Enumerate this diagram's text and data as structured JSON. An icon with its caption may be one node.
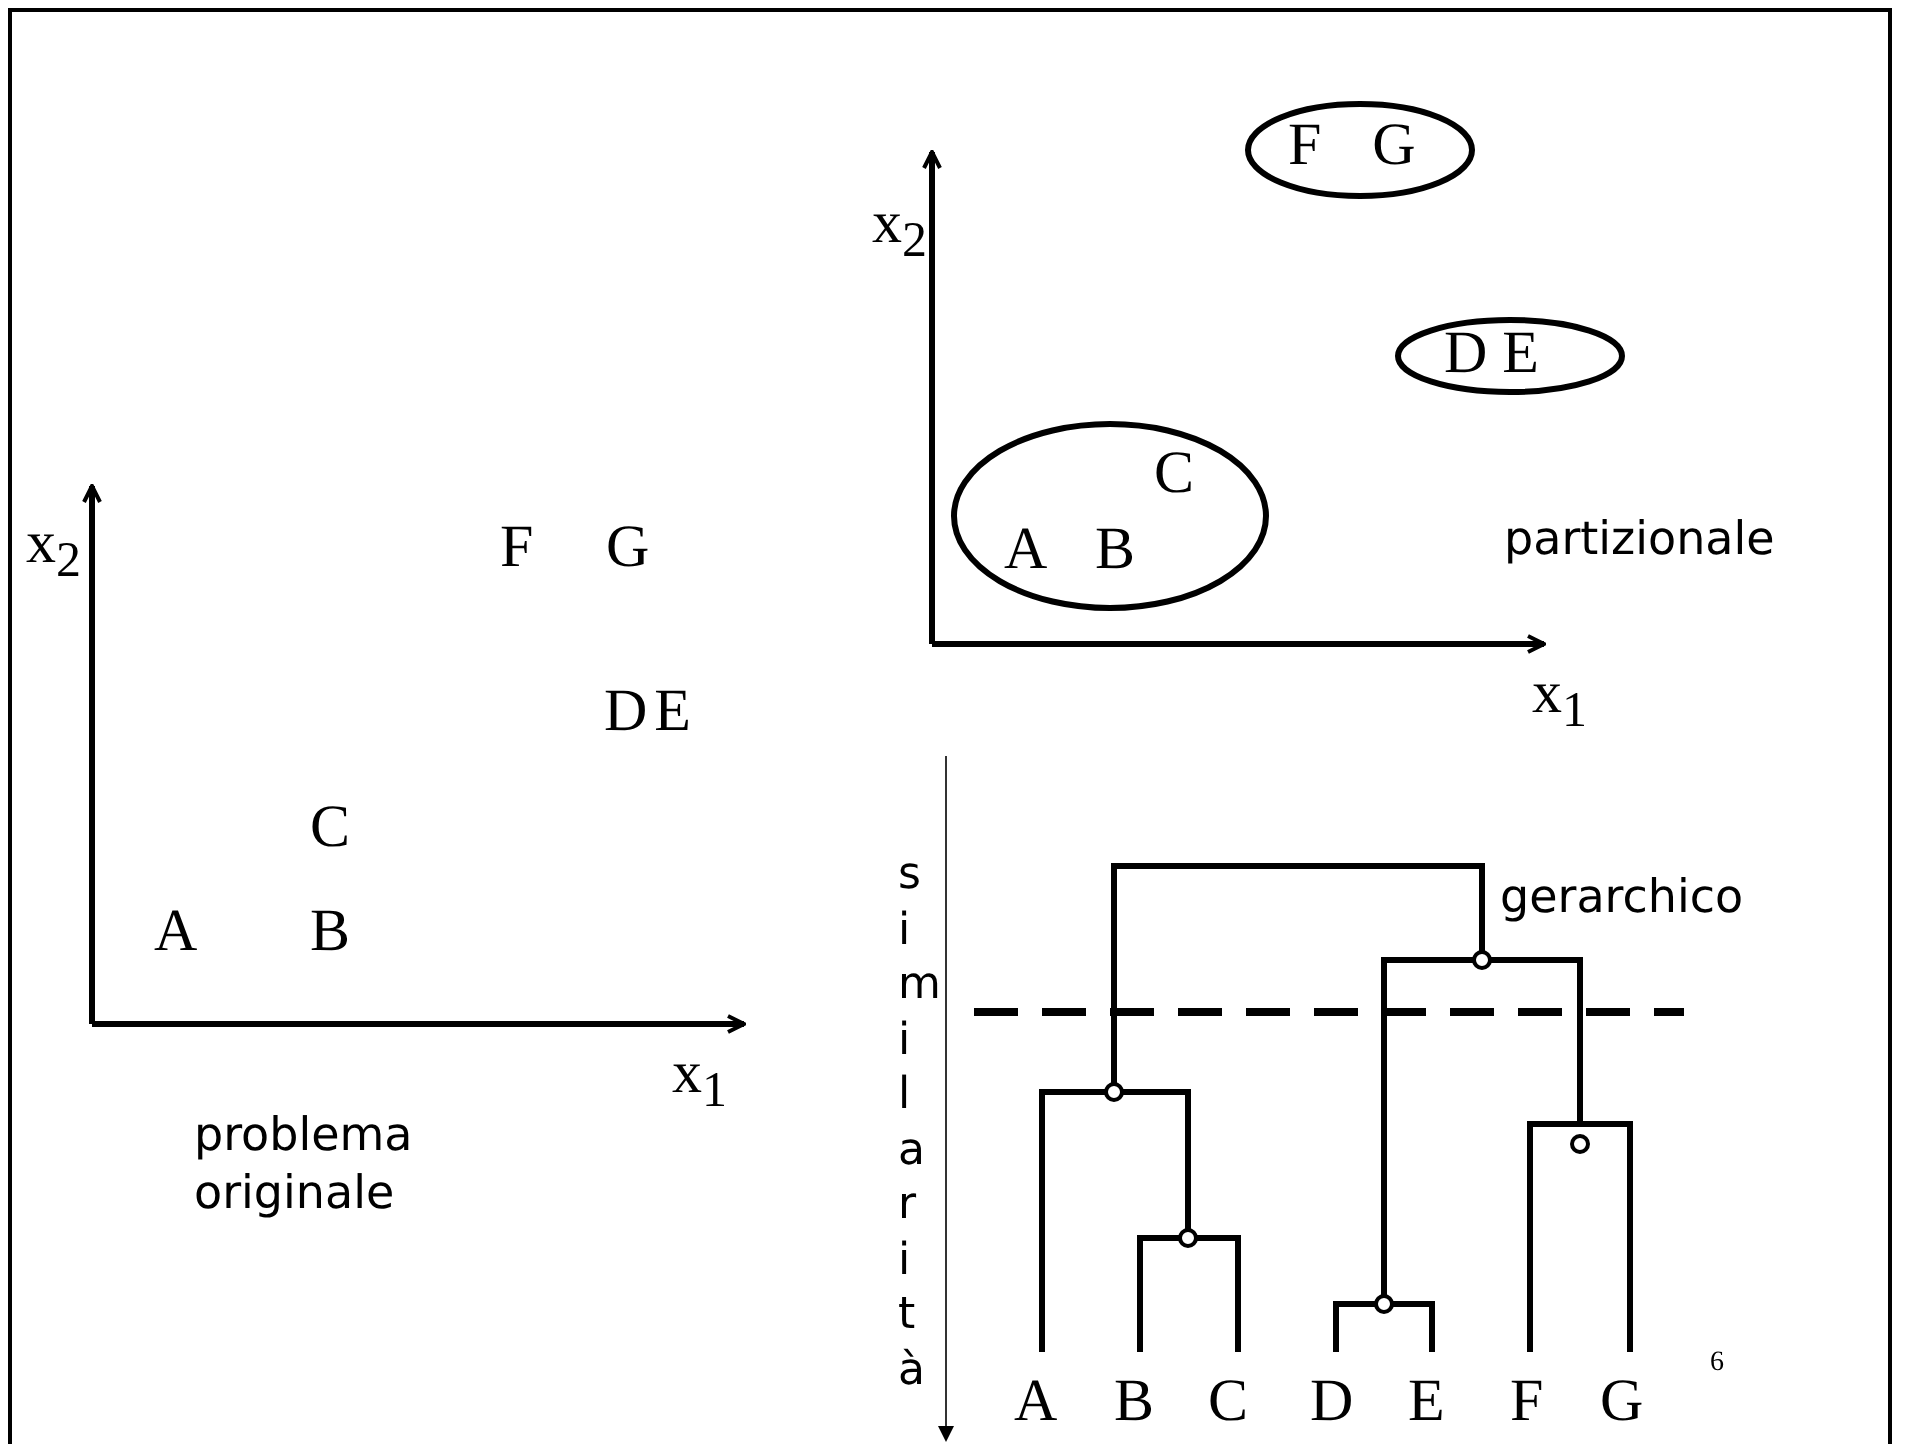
{
  "diagram": {
    "nodes": [
      {
        "text": [
          "F G"
        ]
      },
      {
        "text": [
          "D E"
        ]
      },
      {
        "text": [
          "C",
          "A B"
        ]
      }
    ],
    "labels": [
      "x$_{2}$",
      "partizionale",
      "x$_{1}$",
      "x$_{2}$",
      "F",
      "G",
      "D E",
      "C",
      "A",
      "B",
      "x$_{1}$",
      "problema originale",
      "similarità",
      "gerarchico",
      "6",
      "A",
      "B",
      "C",
      "D",
      "E",
      "F",
      "G"
    ]
  }
}
